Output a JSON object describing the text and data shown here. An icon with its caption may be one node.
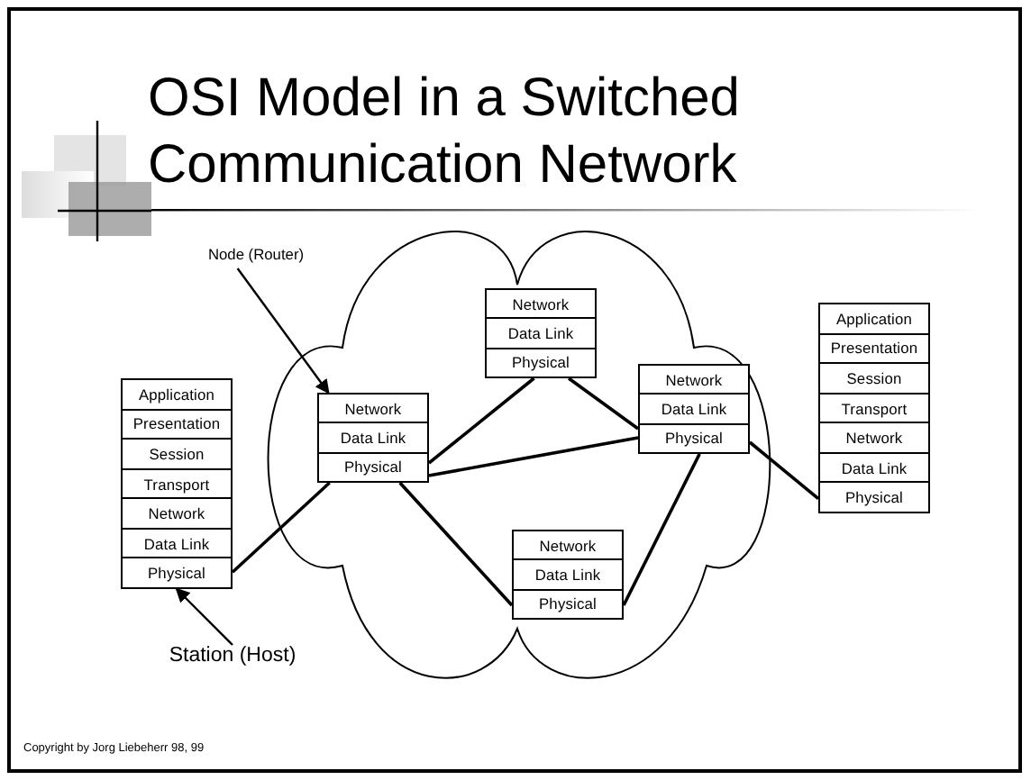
{
  "diagram": {
    "title": "OSI Model in a Switched Communication Network",
    "nodes": [
      {
        "text": [],
        "shape": "cloud"
      },
      {
        "text": [
          "Node (Router)"
        ]
      },
      {
        "text": [
          "Network",
          "Data Link",
          "Physical"
        ],
        "in": 0
      },
      {
        "text": [
          "Network",
          "Data Link",
          "Physical"
        ],
        "in": 0
      },
      {
        "text": [
          "Application",
          "Presentation",
          "Session",
          "Transport",
          "Network",
          "Data Link",
          "Physical"
        ]
      },
      {
        "text": [
          "Application",
          "Presentation",
          "Session",
          "Transport",
          "Network",
          "Data Link",
          "Physical"
        ]
      },
      {
        "text": [
          "Network",
          "Data Link",
          "Physical"
        ],
        "in": 0
      },
      {
        "text": [
          "Network",
          "Data Link",
          "Physical"
        ],
        "in": 0
      },
      {
        "text": [
          "Station (Host)"
        ]
      }
    ],
    "edges": [
      {
        "from": 5,
        "to": 6,
        "arrow": "none"
      },
      {
        "from": 6,
        "to": 2,
        "arrow": "none"
      },
      {
        "from": 6,
        "to": 3,
        "arrow": "none"
      },
      {
        "from": 6,
        "to": 7,
        "arrow": "none"
      },
      {
        "from": 2,
        "to": 3,
        "arrow": "none"
      },
      {
        "from": 7,
        "to": 3,
        "arrow": "none"
      },
      {
        "from": 3,
        "to": 4,
        "arrow": "none"
      },
      {
        "from": 1,
        "to": 6,
        "arrow": "to"
      },
      {
        "from": 8,
        "to": 5,
        "arrow": "to"
      }
    ],
    "labels": [
      "Copyright by Jorg Liebeherr 98, 99"
    ]
  }
}
